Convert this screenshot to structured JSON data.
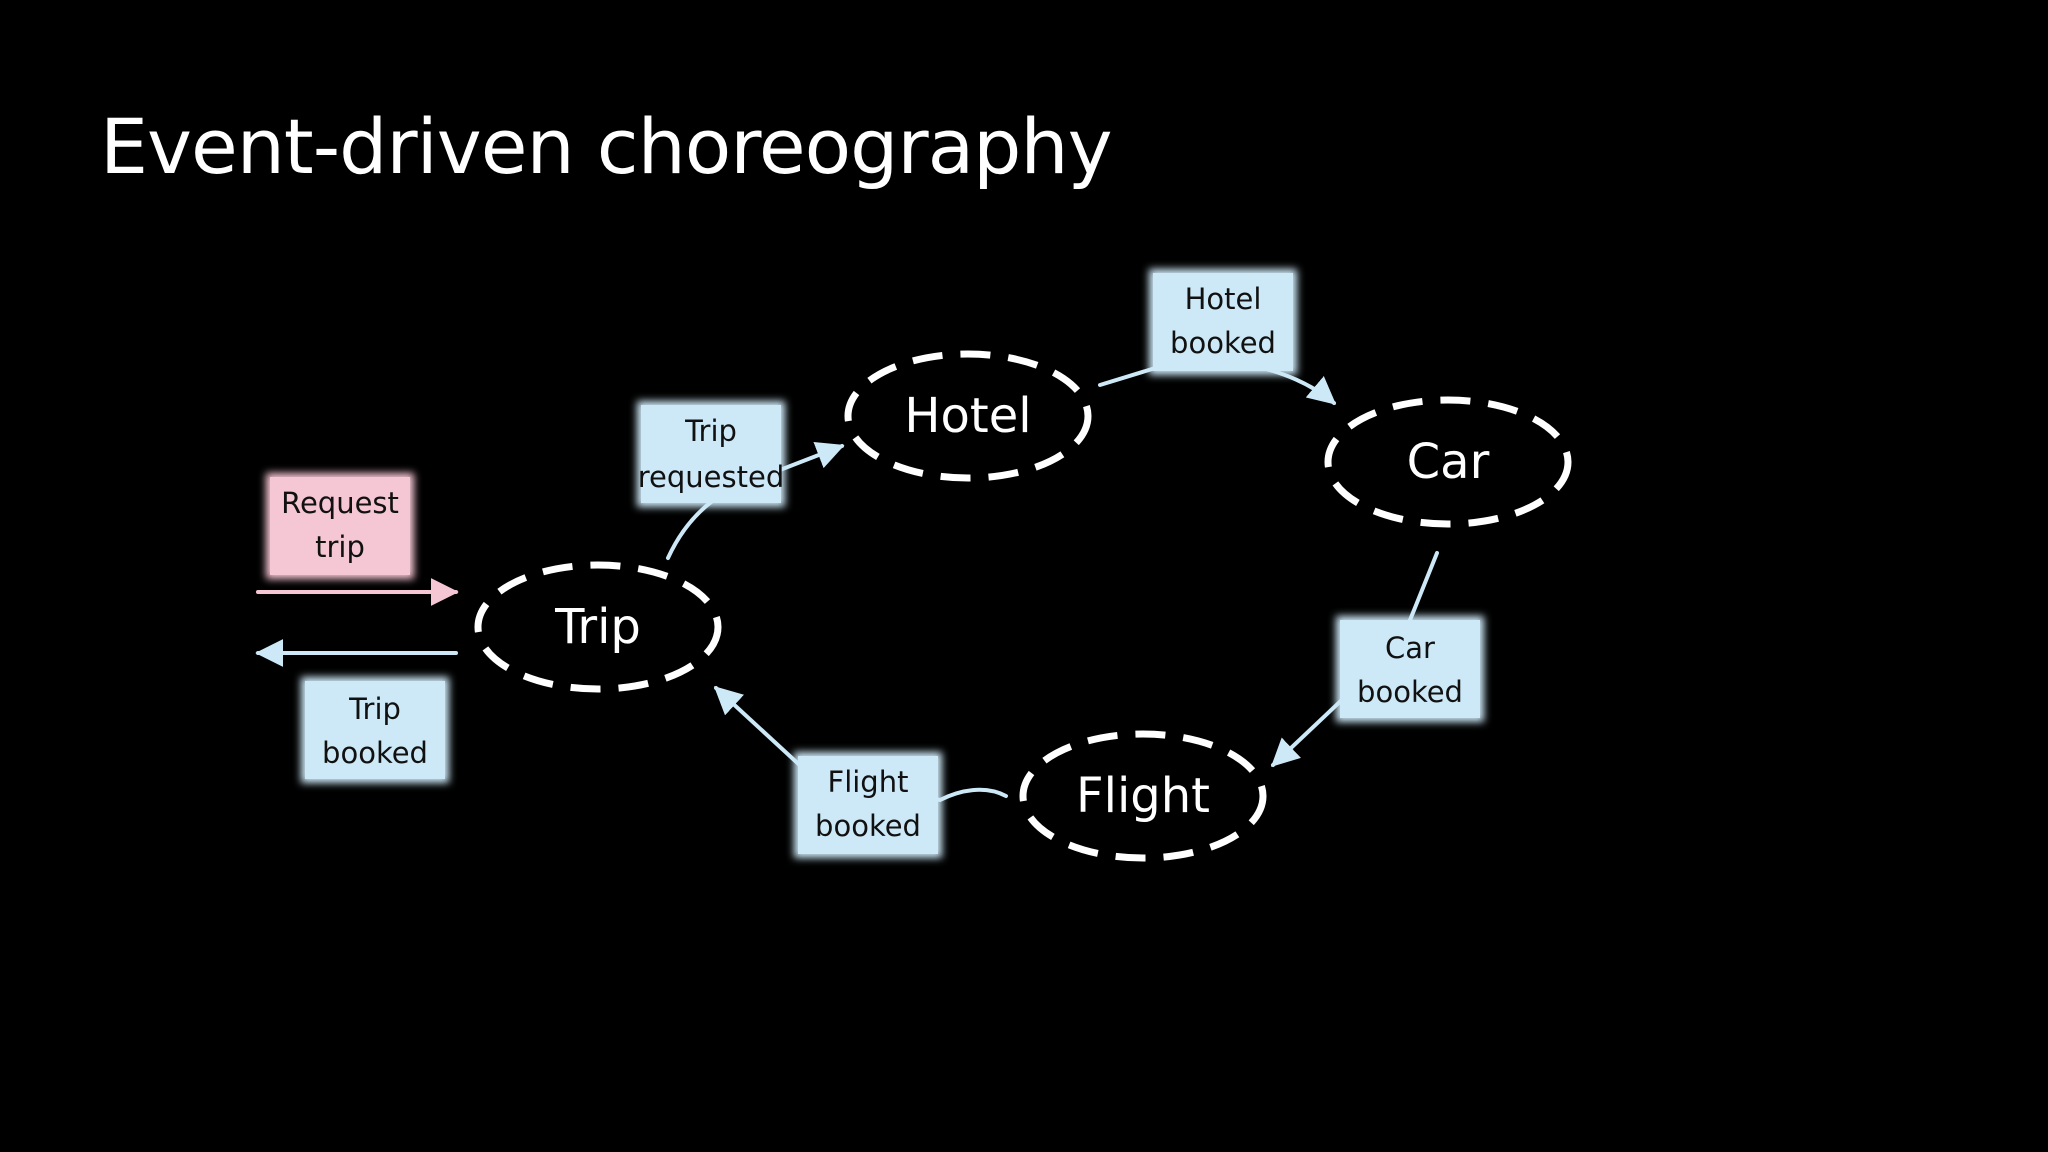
{
  "title": "Event-driven choreography",
  "colors": {
    "background": "#000000",
    "text": "#ffffff",
    "event_blue": "#cde9f7",
    "event_pink": "#f5c6d4",
    "arrow_blue": "#cde9f7",
    "arrow_pink": "#f5c6d4",
    "node_stroke": "#ffffff"
  },
  "nodes": {
    "trip": "Trip",
    "hotel": "Hotel",
    "car": "Car",
    "flight": "Flight"
  },
  "events": {
    "request_trip": [
      "Request",
      "trip"
    ],
    "trip_booked": [
      "Trip",
      "booked"
    ],
    "trip_requested": [
      "Trip",
      "requested"
    ],
    "hotel_booked": [
      "Hotel",
      "booked"
    ],
    "car_booked": [
      "Car",
      "booked"
    ],
    "flight_booked": [
      "Flight",
      "booked"
    ]
  }
}
